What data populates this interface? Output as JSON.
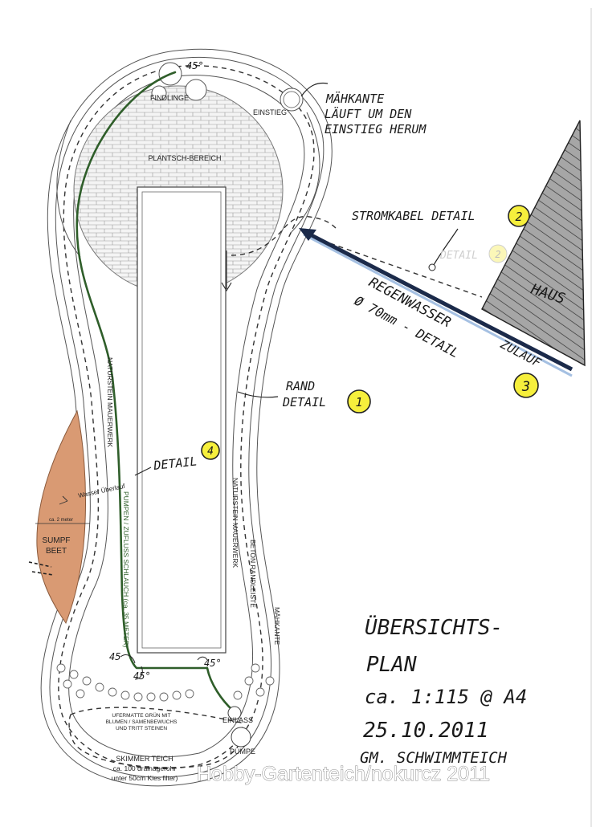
{
  "labels": {
    "findlinge": "FINDLINGE",
    "angle_top": "45°",
    "einstieg": "EINSTIEG",
    "maehkante_note_1": "MÄHKANTE",
    "maehkante_note_2": "LÄUFT UM DEN",
    "maehkante_note_3": "EINSTIEG HERUM",
    "plantsch": "PLANTSCH-BEREICH",
    "stromkabel": "STROMKABEL DETAIL",
    "badge_2": "2",
    "ghost_detail": "DETAIL",
    "badge_2_ghost": "2",
    "haus": "HAUS",
    "regenwasser_1": "REGENWASSER",
    "regenwasser_2": "ZULAUF",
    "regenwasser_3": "Ø 70mm - DETAIL",
    "badge_3": "3",
    "rand_1": "RAND",
    "rand_2": "DETAIL",
    "badge_1": "1",
    "naturstein_left": "NATURSTEIN MAUERWERK",
    "detail4": "DETAIL",
    "badge_4": "4",
    "wasser_ueberlauf": "Wasser Überlauf",
    "ca_2_meter": "ca. 2 meter",
    "sumpf_1": "SUMPF",
    "sumpf_2": "BEET",
    "pumpen_schlauch": "PUMPEN / ZUFLUSS SCHLAUCH (ca. 35 METER)",
    "naturstein_right": "NATURSTEIN MAUERWERK",
    "beton": "BETON RANDLEISTE",
    "maehkante_side": "MÄHKANTE",
    "angle_45_a": "45",
    "angle_45_b": "45°",
    "angle_45_c": "45°",
    "ufermatte_1": "UFERMATTE GRÜN MIT",
    "ufermatte_2": "BLUMEN / SAMENBEWUCHS",
    "ufermatte_3": "UND TRITT STEINEN",
    "einlass": "EINLASS",
    "pumpe": "PUMPE",
    "skimmer_1": "SKIMMER TEICH",
    "skimmer_2": "ca. 100 drainagerohr",
    "skimmer_3": "unter 50cm Kies filter)",
    "title_1": "ÜBERSICHTS-",
    "title_2": "PLAN",
    "scale": "ca. 1:115 @ A4",
    "date": "25.10.2011",
    "author": "GM. SCHWIMMTEICH",
    "watermark": "Hobby-Gartenteich/nokurcz 2011"
  },
  "colors": {
    "sumpf_fill": "#d99a73",
    "hose_green": "#2f5e2a",
    "badge_yellow": "#f6ef3c",
    "rain_pipe": "#1b2a4a",
    "house_fill": "#9a9a9a"
  }
}
